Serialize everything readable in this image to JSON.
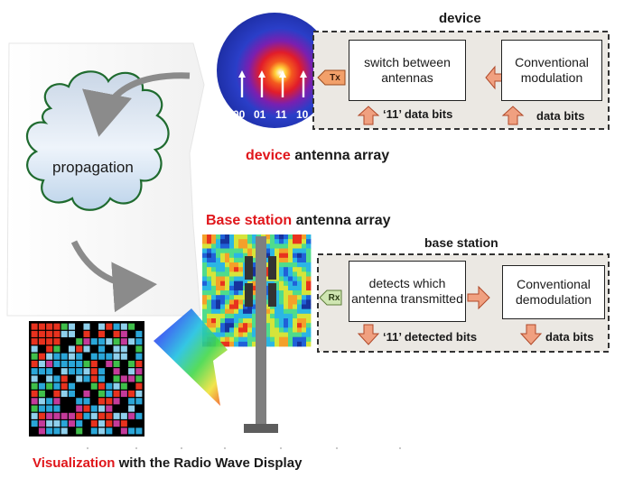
{
  "device": {
    "title": "device",
    "box_switch": "switch between antennas",
    "box_modulation": "Conventional modulation",
    "tx_tag": "Tx",
    "bits_left": "‘11’ data bits",
    "bits_right": "data bits",
    "antenna_labels": [
      "00",
      "01",
      "11",
      "10"
    ],
    "caption_red": "device",
    "caption_rest": "antenna array"
  },
  "propagation": {
    "label": "propagation"
  },
  "base_station": {
    "heading_red": "Base station",
    "heading_rest": "antenna array",
    "title": "base station",
    "box_detect": "detects which antenna transmitted",
    "box_demod": "Conventional demodulation",
    "rx_tag": "Rx",
    "bits_left": "‘11’ detected bits",
    "bits_right": "data bits"
  },
  "visualization": {
    "caption_red": "Visualization",
    "caption_rest": "with the Radio Wave Display"
  },
  "colors": {
    "accent_red": "#e0161b",
    "arrow_fill": "#f0a080",
    "arrow_stroke": "#b04828",
    "tx_tag": "#f2a06a",
    "rx_tag": "#cfe6b2",
    "cloud_edge": "#1f6b2f"
  }
}
